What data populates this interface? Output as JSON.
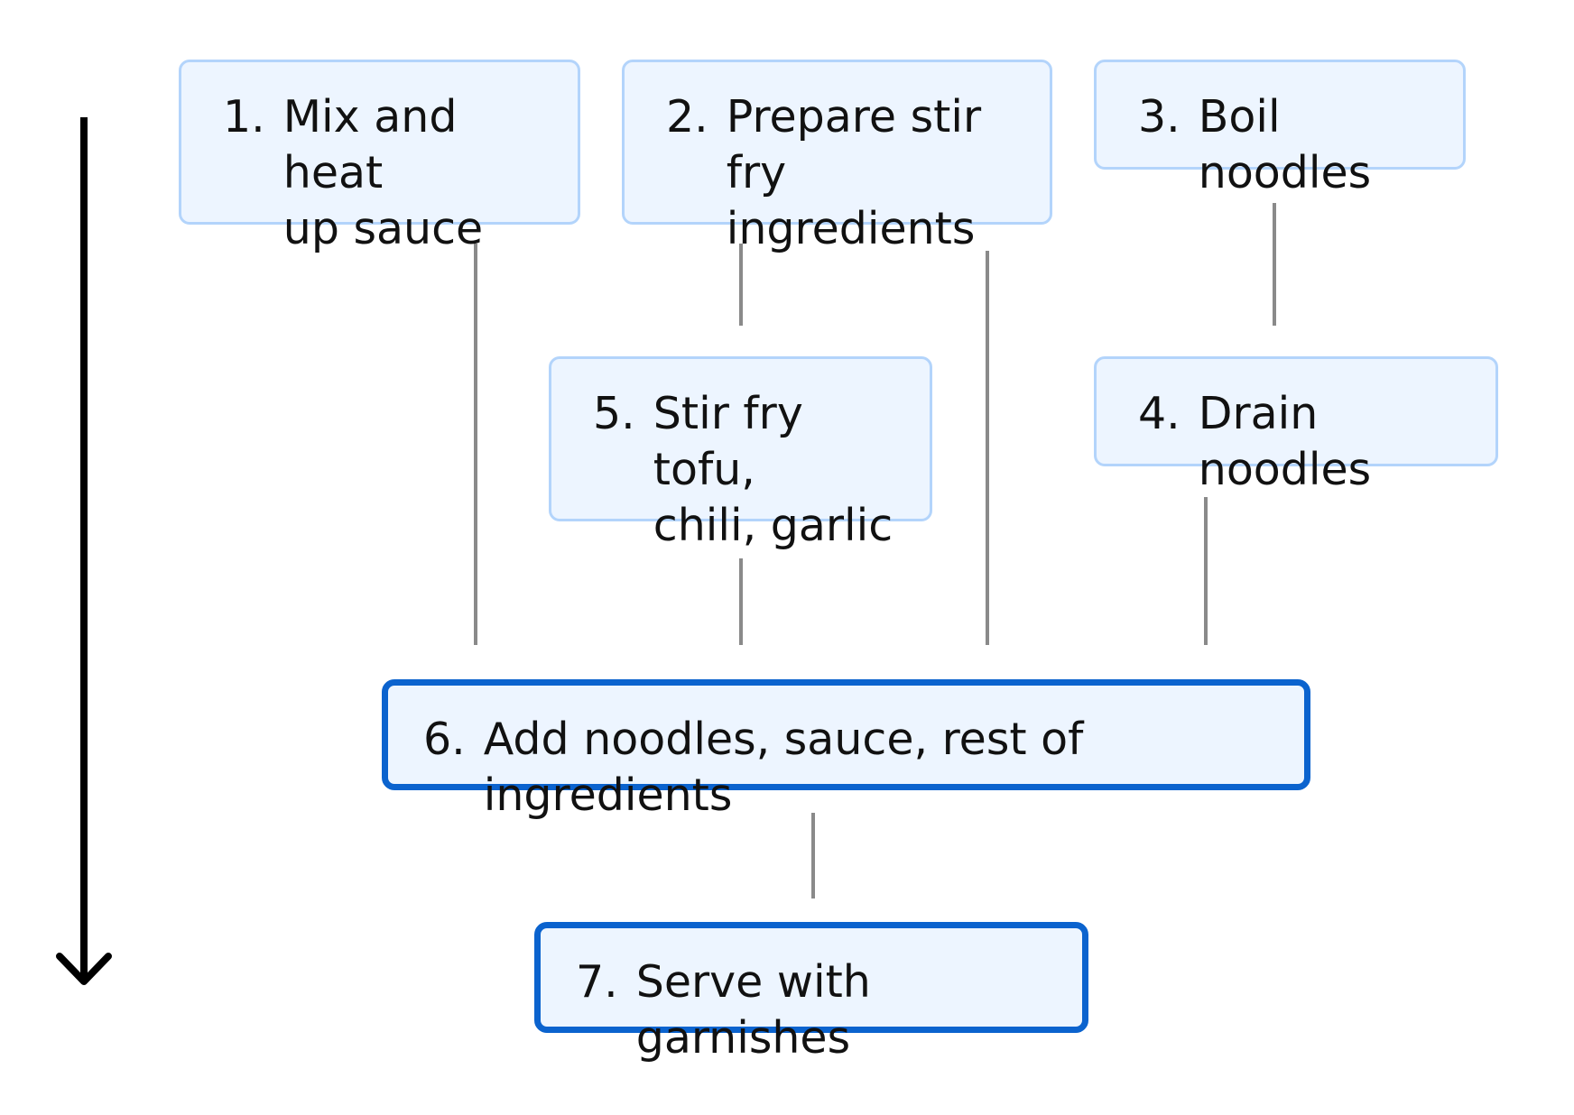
{
  "steps": [
    {
      "id": "1",
      "number": "1.",
      "text": "Mix and heat\nup sauce"
    },
    {
      "id": "2",
      "number": "2.",
      "text": "Prepare stir fry\ningredients"
    },
    {
      "id": "3",
      "number": "3.",
      "text": "Boil noodles"
    },
    {
      "id": "4",
      "number": "4.",
      "text": "Drain noodles"
    },
    {
      "id": "5",
      "number": "5.",
      "text": "Stir fry tofu,\nchili, garlic"
    },
    {
      "id": "6",
      "number": "6.",
      "text": "Add noodles, sauce, rest of ingredients"
    },
    {
      "id": "7",
      "number": "7.",
      "text": "Serve with garnishes"
    }
  ],
  "connections": [
    {
      "from": "1",
      "to": "6"
    },
    {
      "from": "2",
      "to": "5"
    },
    {
      "from": "2",
      "to": "6"
    },
    {
      "from": "3",
      "to": "4"
    },
    {
      "from": "5",
      "to": "6"
    },
    {
      "from": "4",
      "to": "6"
    },
    {
      "from": "6",
      "to": "7"
    }
  ],
  "colors": {
    "box_fill": "#edf5ff",
    "box_border": "#b3d4fb",
    "final_border": "#0b63ce",
    "connector": "#8a8a8a",
    "timeline_arrow": "#000000"
  },
  "timeline": {
    "direction": "down"
  }
}
